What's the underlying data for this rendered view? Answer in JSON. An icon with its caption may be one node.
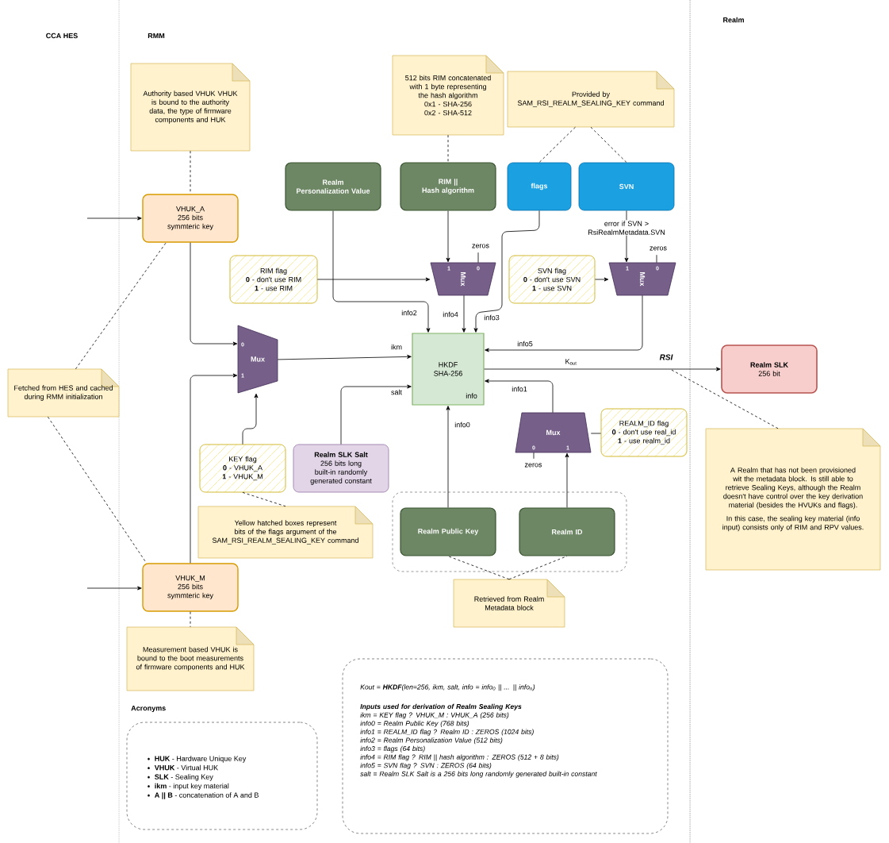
{
  "diagram": {
    "nodes": [
      {
        "text": [
          "Authority based VHUK VHUK is bound to the authority data, the type of firmware components and HUK"
        ]
      },
      {
        "text": [
          "VHUK_A",
          "256 bits",
          "symmteric key"
        ]
      },
      {
        "text": [
          "VHUK_M",
          "256 bits",
          "symmteric key"
        ]
      },
      {
        "text": [
          "Measurement based VHUK is bound to the boot measurements of firmware components and HUK"
        ]
      },
      {
        "text": [
          "Fetched from HES and cached during RMM initialization"
        ]
      },
      {
        "text": [
          "Realm Personalization Value"
        ]
      },
      {
        "text": [
          "RIM ||",
          "Hash algorithm"
        ]
      },
      {
        "text": [
          "512 bits RIM concatenated with 1 byte representing the hash algorithm",
          "0x1 - SHA-256",
          "0x2 - SHA-512"
        ]
      },
      {
        "text": [
          "Provided by SAM_RSI_REALM_SEALING_KEY command"
        ]
      },
      {
        "text": [
          "flags"
        ]
      },
      {
        "text": [
          "SVN"
        ]
      },
      {
        "text": [
          "RIM flag",
          "**0** - don't use RIM",
          "**1** - use RIM"
        ]
      },
      {
        "text": [
          "Mux"
        ]
      },
      {
        "text": [
          "SVN flag",
          "**0** - don't use SVN",
          "**1** - use SVN"
        ]
      },
      {
        "text": [
          "Mux"
        ]
      },
      {
        "text": [
          "Mux"
        ]
      },
      {
        "text": [
          "HKDF",
          "SHA-256",
          "info"
        ]
      },
      {
        "text": [
          "Realm SLK",
          "256 bit"
        ]
      },
      {
        "text": [
          "KEY flag",
          "**0** - VHUK_A",
          "**1** - VHUK_M"
        ]
      },
      {
        "text": [
          "Realm SLK Salt",
          "256 bits long built-in randomly generated constant"
        ]
      },
      {
        "text": [
          "Mux"
        ]
      },
      {
        "text": [
          "REALM_ID flag",
          "**0** - don't use real_id",
          "**1** - use realm_id"
        ]
      },
      {
        "text": [
          "Yellow hatched boxes represent bits of the flags argument of the SAM_RSI_REALM_SEALING_KEY command"
        ]
      },
      {
        "text": [],
        "shape": "box"
      },
      {
        "text": [
          "Realm Public Key"
        ],
        "in": 23
      },
      {
        "text": [
          "Realm ID"
        ],
        "in": 23
      },
      {
        "text": [
          "Retrieved from Realm Metadata block"
        ]
      },
      {
        "text": [
          "A Realm that has not been provisioned wit the metadata block. Is still able to retrieve Sealing Keys, although the Realm doesn't have control over the key derivation material (besides the HVUKs and flags).",
          "In this case, the sealing key material (info input) consists only of RIM and RPV values."
        ]
      },
      {
        "text": [
          "Kout = **HKDF**(len=256, ikm, salt, info = info$_{0}$ || ... || info$_{n}$)",
          "Inputs used for derivation of Realm Sealing Keys",
          "ikm = KEY flag ? VHUK_M : VHUK_A (256 bits)",
          "info0 = Realm Public Key (768 bits)",
          "info1 = REALM_ID flag ? Realm ID : ZEROS (1024 bits)",
          "info2 = Realm Personalization Value (512 bits)",
          "info3 = flags (64 bits)",
          "info4 = RIM flag ? RIM || hash algorithm : ZEROS (512 + 8 bits)",
          "info5 = SVN flag ? SVN : ZEROS (64 bits)",
          "salt = Realm SLK Salt is a 256 bits long randomly generated built-in constant"
        ]
      },
      {
        "text": [
          "Acronyms",
          "**HUK** - Hardware Unique Key",
          "**VHUK** - Virtual HUK",
          "**SLK** - Sealing Key",
          "**ikm** - input key material",
          "**A || B** - concatenation of A and B"
        ]
      },
      {
        "text": [
          "zeros"
        ]
      },
      {
        "text": [
          "zeros"
        ]
      },
      {
        "text": [
          "zeros"
        ]
      }
    ],
    "edges": [
      {
        "from": null,
        "to": 1,
        "arrow": "to"
      },
      {
        "from": null,
        "to": 2,
        "arrow": "to"
      },
      {
        "from": 0,
        "to": 1,
        "arrow": "none",
        "style": "dashed"
      },
      {
        "from": 2,
        "to": 3,
        "arrow": "none",
        "style": "dashed"
      },
      {
        "from": 4,
        "to": 1,
        "arrow": "none",
        "style": "dashed"
      },
      {
        "from": 4,
        "to": 2,
        "arrow": "none",
        "style": "dashed"
      },
      {
        "from": 1,
        "to": 15,
        "arrow": "to"
      },
      {
        "from": 2,
        "to": 15,
        "arrow": "to"
      },
      {
        "from": 18,
        "to": 15,
        "arrow": "to"
      },
      {
        "from": 15,
        "to": 16,
        "arrow": "to",
        "label": "ikm"
      },
      {
        "from": 19,
        "to": 16,
        "arrow": "to",
        "label": "salt"
      },
      {
        "from": 5,
        "to": 16,
        "arrow": "to",
        "label": "info2"
      },
      {
        "from": 6,
        "to": 12,
        "arrow": "to"
      },
      {
        "from": 7,
        "to": 6,
        "arrow": "none",
        "style": "dashed"
      },
      {
        "from": 11,
        "to": 12,
        "arrow": "to"
      },
      {
        "from": 12,
        "to": 16,
        "arrow": "to",
        "label": "info4"
      },
      {
        "from": 9,
        "to": 16,
        "arrow": "to",
        "label": "info3"
      },
      {
        "from": 8,
        "to": 9,
        "arrow": "none",
        "style": "dashed"
      },
      {
        "from": 8,
        "to": 10,
        "arrow": "none",
        "style": "dashed"
      },
      {
        "from": 10,
        "to": 14,
        "arrow": "to",
        "label": "error if SVN > RsiRealmMetadata.SVN"
      },
      {
        "from": 13,
        "to": 14,
        "arrow": "to"
      },
      {
        "from": 14,
        "to": 16,
        "arrow": "to",
        "label": "info5"
      },
      {
        "from": 16,
        "to": 17,
        "arrow": "to",
        "label": "K$_{out}$"
      },
      {
        "from": 27,
        "to": null,
        "arrow": "none",
        "style": "dashed"
      },
      {
        "from": 20,
        "to": 16,
        "arrow": "to",
        "label": "info1"
      },
      {
        "from": 21,
        "to": 20,
        "arrow": "none"
      },
      {
        "from": 24,
        "to": 16,
        "arrow": "to",
        "label": "info0"
      },
      {
        "from": 25,
        "to": 20,
        "arrow": "to"
      },
      {
        "from": 30,
        "to": 12,
        "arrow": "none"
      },
      {
        "from": 31,
        "to": 14,
        "arrow": "none"
      },
      {
        "from": 32,
        "to": 20,
        "arrow": "none"
      },
      {
        "from": 26,
        "to": 24,
        "arrow": "none",
        "style": "dashed"
      },
      {
        "from": 26,
        "to": 25,
        "arrow": "none",
        "style": "dashed"
      },
      {
        "from": 18,
        "to": 22,
        "arrow": "none",
        "style": "dashed"
      }
    ],
    "labels": [
      "CCA HES",
      "RMM",
      "Realm",
      "RSI",
      "1",
      "0",
      "1",
      "0",
      "0",
      "1",
      "0",
      "1"
    ]
  }
}
